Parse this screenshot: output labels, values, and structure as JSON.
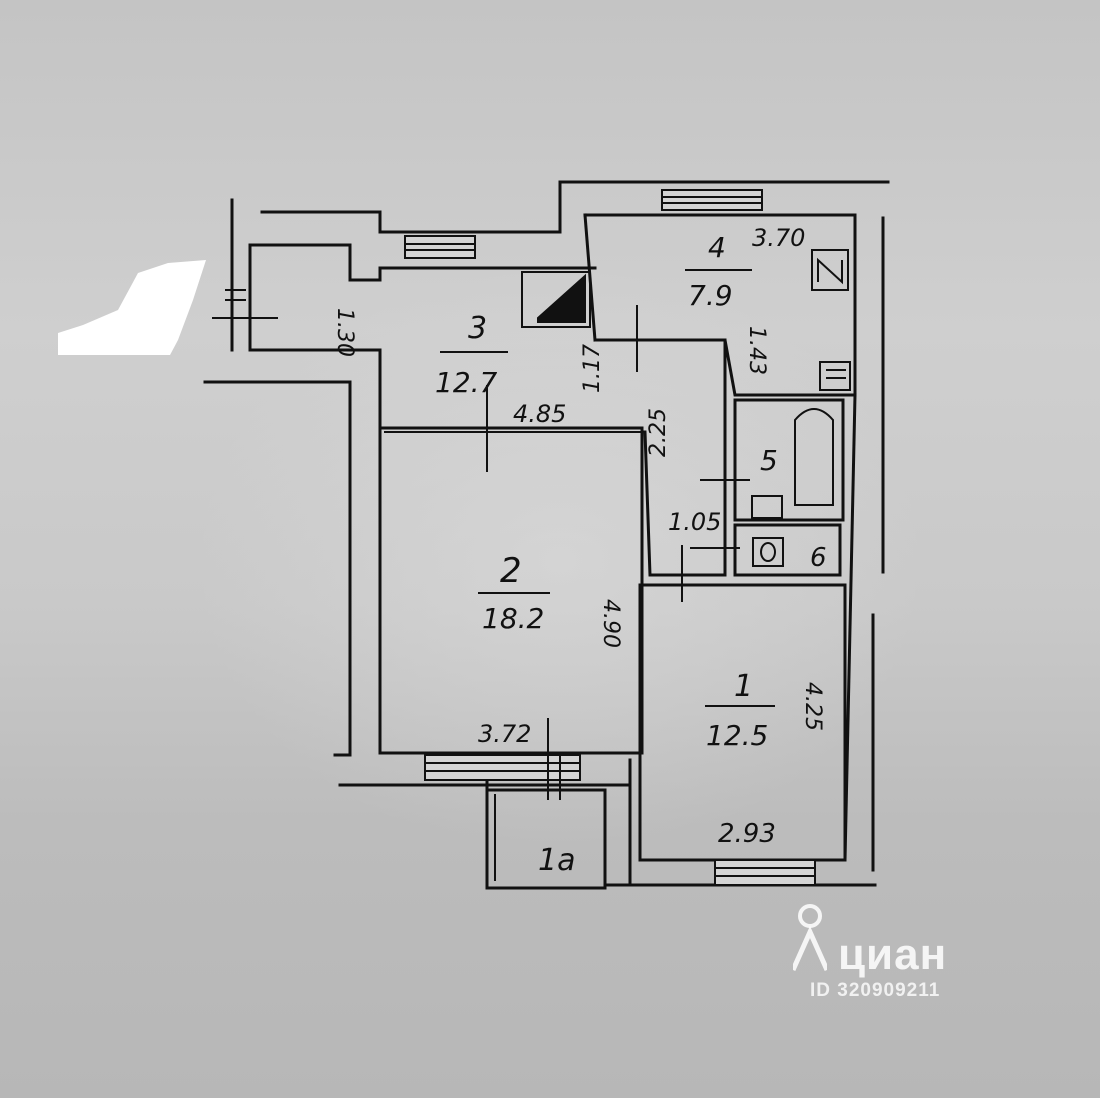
{
  "rooms": [
    {
      "number": "1",
      "area": "12.5"
    },
    {
      "number": "1a"
    },
    {
      "number": "2",
      "area": "18.2"
    },
    {
      "number": "3",
      "area": "12.7"
    },
    {
      "number": "4",
      "area": "7.9"
    },
    {
      "number": "5"
    },
    {
      "number": "6"
    }
  ],
  "dimensions": [
    "1.30",
    "4.85",
    "3.70",
    "1.17",
    "2.25",
    "1.43",
    "1.05",
    "4.90",
    "3.72",
    "4.25",
    "2.93"
  ],
  "watermark": {
    "brand": "циан",
    "id": "ID 320909211"
  }
}
